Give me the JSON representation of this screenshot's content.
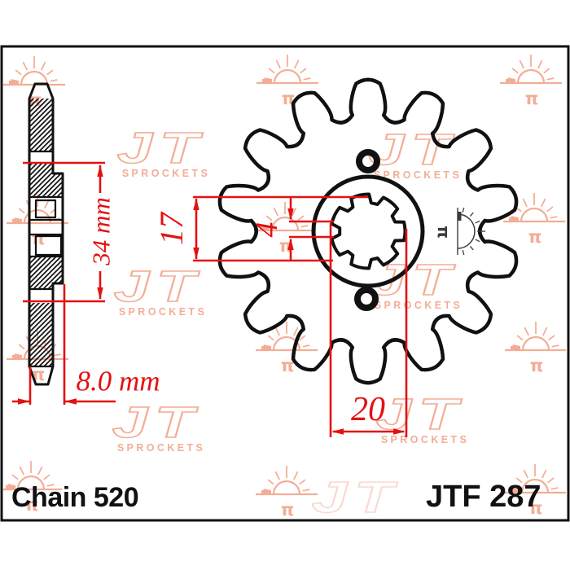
{
  "labels": {
    "chain": "Chain 520",
    "part_number": "JTF 287"
  },
  "dimensions": {
    "hub_length": "34 mm",
    "overall_width": "8.0 mm",
    "bore_minor_diameter": "17",
    "spline_key_width": "4",
    "bore_major_diameter": "20"
  },
  "watermark": {
    "brand": "JT",
    "brand_sub": "SPROCKETS",
    "symbol": "π"
  },
  "stamp": {
    "symbol": "π"
  },
  "part_info": {
    "chain_size": "520",
    "teeth": 14,
    "spline_keys": 7,
    "bolt_holes": 2
  },
  "colors": {
    "dimension_red": "#e41111",
    "watermark_peach": "#f2a58b",
    "line_black": "#111111",
    "stamp_grey": "#3c3c3c",
    "background": "#ffffff"
  }
}
